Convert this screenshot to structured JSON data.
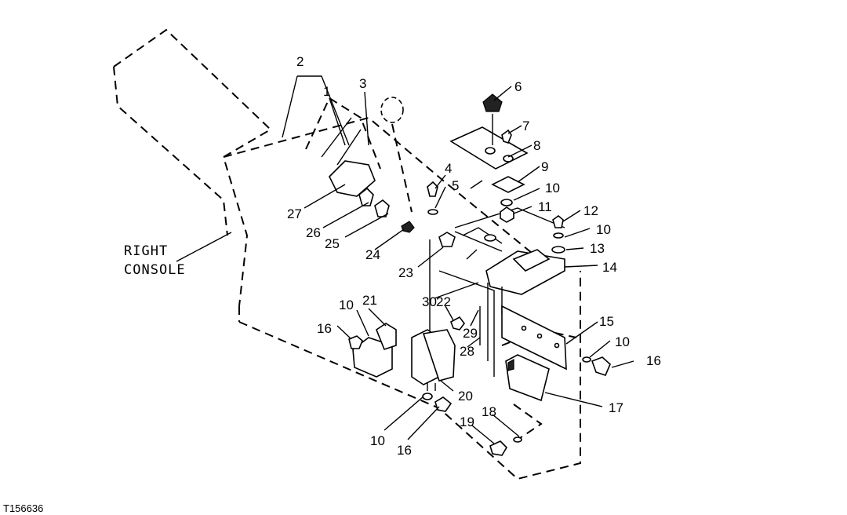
{
  "console_label": {
    "line1": "RIGHT",
    "line2": "CONSOLE"
  },
  "figure_id": "T156636",
  "callouts": {
    "c1": "1",
    "c2": "2",
    "c3": "3",
    "c4": "4",
    "c5": "5",
    "c6": "6",
    "c7": "7",
    "c8": "8",
    "c9": "9",
    "c10a": "10",
    "c10b": "10",
    "c10c": "10",
    "c10d": "10",
    "c10e": "10",
    "c11": "11",
    "c12": "12",
    "c13": "13",
    "c14": "14",
    "c15": "15",
    "c16a": "16",
    "c16b": "16",
    "c16c": "16",
    "c17": "17",
    "c18": "18",
    "c19": "19",
    "c20": "20",
    "c21": "21",
    "c22": "22",
    "c23": "23",
    "c24": "24",
    "c25": "25",
    "c26": "26",
    "c27": "27",
    "c28": "28",
    "c29": "29",
    "c30": "30"
  }
}
